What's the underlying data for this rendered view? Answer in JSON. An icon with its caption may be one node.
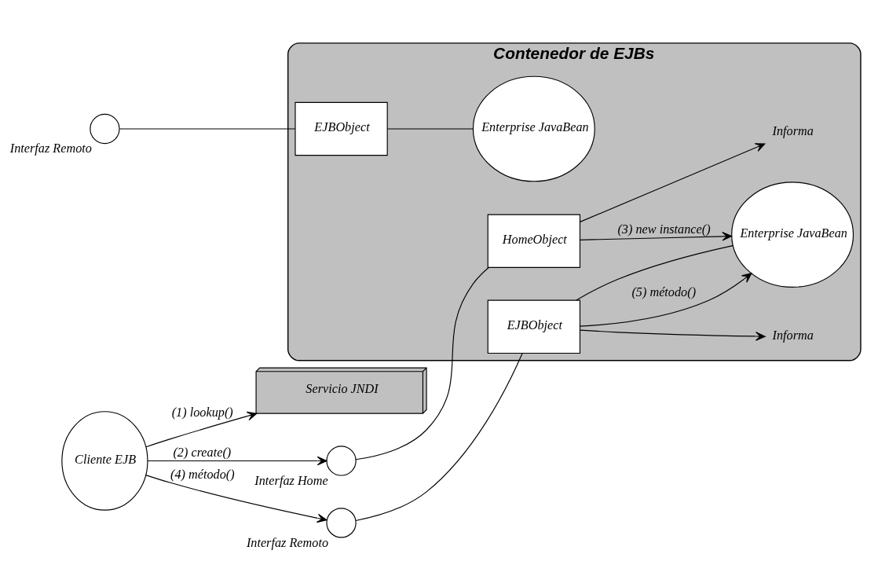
{
  "diagram": {
    "nodes": [
      {
        "text": [
          "Contenedor de EJBs"
        ]
      },
      {
        "text": [
          "Cliente EJB"
        ]
      },
      {
        "text": [
          "Servicio JNDI"
        ]
      },
      {
        "text": [],
        "shape": "circle",
        "beside": [
          "Interfaz Home"
        ]
      },
      {
        "text": [
          "HomeObject"
        ],
        "in": 0
      },
      {
        "text": [
          "Informa"
        ],
        "in": 0
      },
      {
        "text": [],
        "shape": "circle",
        "beside": [
          "Interfaz Remoto"
        ]
      },
      {
        "text": [
          "EJBObject"
        ],
        "in": 0
      },
      {
        "text": [
          "Informa"
        ],
        "in": 0
      },
      {
        "text": [
          "Enterprise JavaBean"
        ],
        "in": 0
      },
      {
        "text": [],
        "shape": "circle",
        "beside": [
          "Interfaz Remoto"
        ]
      },
      {
        "text": [
          "EJBObject"
        ],
        "in": 0
      },
      {
        "text": [
          "Enterprise JavaBean"
        ],
        "in": 0
      }
    ],
    "edges": [
      {
        "from": 1,
        "to": 3,
        "arrow": "to",
        "label": "(2) create()"
      },
      {
        "from": 3,
        "to": 4,
        "arrow": "none"
      },
      {
        "from": 4,
        "to": 5,
        "arrow": "to"
      },
      {
        "from": 4,
        "to": 9,
        "arrow": "to",
        "label": "(3) new instance()"
      },
      {
        "from": 1,
        "to": 6,
        "arrow": "to",
        "label": "(4) método()"
      },
      {
        "from": 6,
        "to": 7,
        "arrow": "none"
      },
      {
        "from": 7,
        "to": 8,
        "arrow": "to"
      },
      {
        "from": 7,
        "to": 9,
        "arrow": "none"
      },
      {
        "from": 7,
        "to": 9,
        "arrow": "to",
        "label": "(5) método()"
      },
      {
        "from": 1,
        "to": 2,
        "arrow": "to",
        "label": "(1) lookup()"
      },
      {
        "from": 10,
        "to": 11,
        "arrow": "none"
      },
      {
        "from": 11,
        "to": 12,
        "arrow": "none"
      }
    ]
  }
}
